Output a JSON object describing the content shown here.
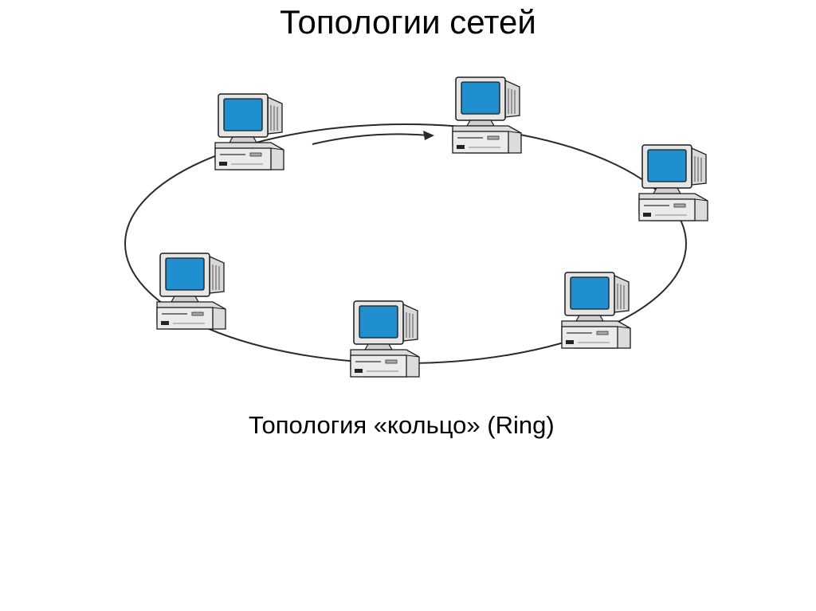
{
  "title": "Топологии сетей",
  "caption": "Топология «кольцо» (Ring)",
  "diagram": {
    "type": "ring-topology",
    "node_count": 6,
    "nodes": [
      {
        "name": "computer-top-left",
        "icon": "desktop-computer-icon"
      },
      {
        "name": "computer-top-right",
        "icon": "desktop-computer-icon"
      },
      {
        "name": "computer-right",
        "icon": "desktop-computer-icon"
      },
      {
        "name": "computer-bottom-right",
        "icon": "desktop-computer-icon"
      },
      {
        "name": "computer-bottom-center",
        "icon": "desktop-computer-icon"
      },
      {
        "name": "computer-left",
        "icon": "desktop-computer-icon"
      }
    ],
    "flow_direction": "clockwise",
    "flow_indicator_icon": "arrow-right-icon"
  },
  "colors": {
    "background": "#ffffff",
    "line": "#2a2a2a",
    "screen": "#1f8fcf",
    "case": "#e3e3e3",
    "outline": "#1a1a1a"
  }
}
